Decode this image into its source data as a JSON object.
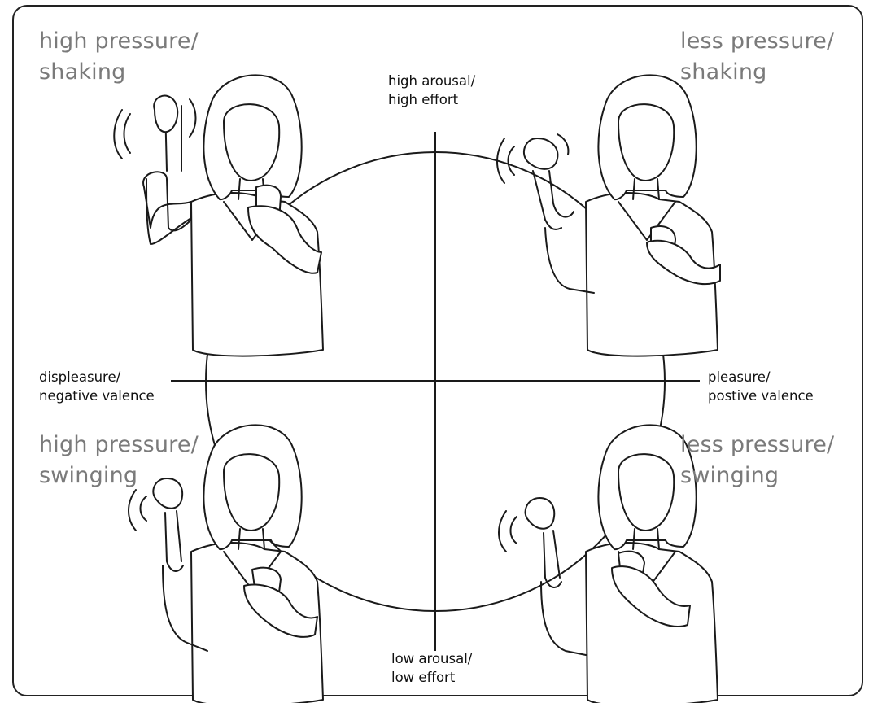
{
  "quadrants": {
    "top_left": "high pressure/\nshaking",
    "top_right": "less pressure/\nshaking",
    "bottom_left": "high pressure/\nswinging",
    "bottom_right": "less pressure/\nswinging"
  },
  "axes": {
    "top": "high arousal/\nhigh effort",
    "bottom": "low arousal/\nlow effort",
    "left": "displeasure/\nnegative valence",
    "right": "pleasure/\npostive valence"
  },
  "colors": {
    "label_gray": "#7a7a7a",
    "line": "#1a1a1a"
  }
}
